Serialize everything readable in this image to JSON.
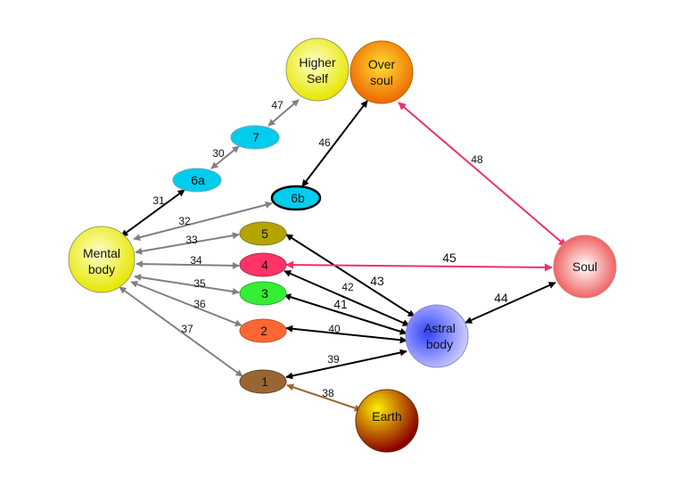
{
  "colors": {
    "black_edge": "#000000",
    "gray_edge": "#808080",
    "pink_edge": "#ee3366",
    "brown_edge": "#996633",
    "cyan": "#00ccee",
    "olive": "#b3a400",
    "pink": "#ff3366",
    "green": "#33ee33",
    "orange": "#ff6633",
    "brown": "#996633"
  },
  "nodes": {
    "higher_self": {
      "line1": "Higher",
      "line2": "Self"
    },
    "over_soul": {
      "line1": "Over",
      "line2": "soul"
    },
    "n7": {
      "label": "7"
    },
    "n6a": {
      "label": "6a"
    },
    "n6b": {
      "label": "6b"
    },
    "mental_body": {
      "line1": "Mental",
      "line2": "body"
    },
    "n5": {
      "label": "5"
    },
    "n4": {
      "label": "4"
    },
    "n3": {
      "label": "3"
    },
    "n2": {
      "label": "2"
    },
    "n1": {
      "label": "1"
    },
    "soul": {
      "label": "Soul"
    },
    "astral_body": {
      "line1": "Astral",
      "line2": "body"
    },
    "earth": {
      "label": "Earth"
    }
  },
  "edges": {
    "e30": "30",
    "e31": "31",
    "e32": "32",
    "e33": "33",
    "e34": "34",
    "e35": "35",
    "e36": "36",
    "e37": "37",
    "e38": "38",
    "e39": "39",
    "e40": "40",
    "e41": "41",
    "e42": "42",
    "e43": "43",
    "e44": "44",
    "e45": "45",
    "e46": "46",
    "e47": "47",
    "e48": "48"
  }
}
